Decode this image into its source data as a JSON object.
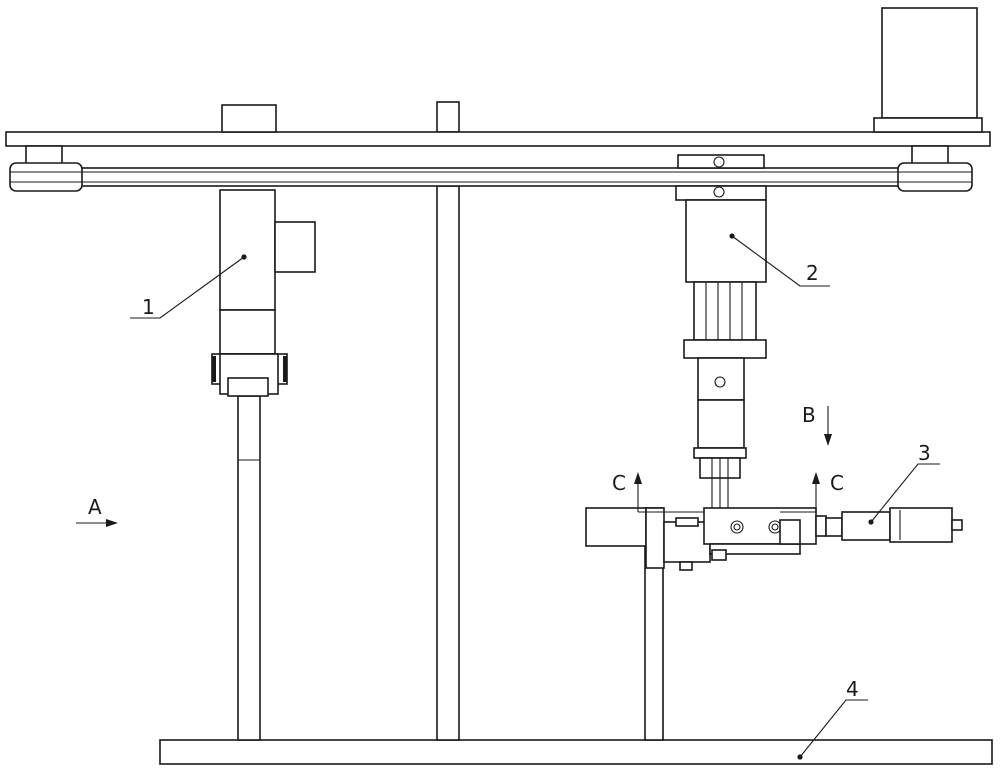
{
  "labels": {
    "part_1": "1",
    "part_2": "2",
    "part_3": "3",
    "part_4": "4",
    "view_a": "A",
    "view_b": "B",
    "section_c_left": "C",
    "section_c_right": "C"
  },
  "colors": {
    "line": "#1a1a1a",
    "background": "#ffffff"
  }
}
